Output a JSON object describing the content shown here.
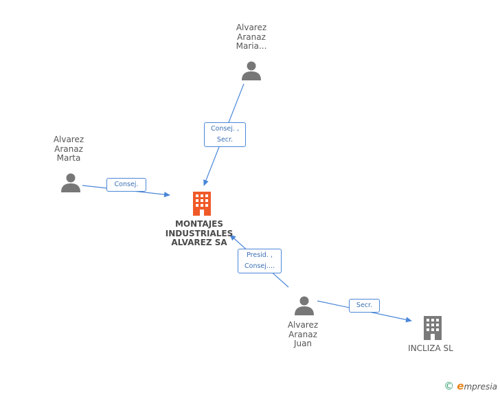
{
  "nodes": {
    "maria": {
      "label": "Alvarez\nAranaz\nMaria..."
    },
    "marta": {
      "label": "Alvarez\nAranaz\nMarta"
    },
    "juan": {
      "label": "Alvarez\nAranaz\nJuan"
    },
    "montajes": {
      "label": "MONTAJES\nINDUSTRIALES\nALVAREZ SA"
    },
    "incliza": {
      "label": "INCLIZA SL"
    }
  },
  "edges": {
    "maria_montajes": {
      "label": "Consej. ,\nSecr."
    },
    "marta_montajes": {
      "label": "Consej."
    },
    "juan_montajes": {
      "label": "Presid. ,\nConsej...."
    },
    "juan_incliza": {
      "label": "Secr."
    }
  },
  "footer": {
    "copyright_symbol": "©",
    "brand_initial": "e",
    "brand_rest": "mpresia"
  },
  "colors": {
    "edge": "#4a86d8",
    "person_icon": "#777777",
    "company_main": "#f05a28",
    "company_other": "#7a7a7a"
  }
}
